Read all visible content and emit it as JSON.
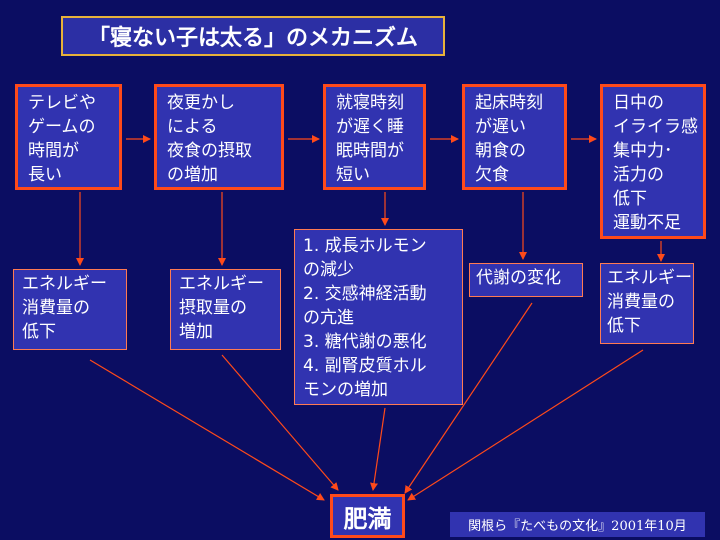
{
  "title": "「寝ない子は太る」のメカニズム",
  "causes": [
    "テレビや\nゲームの\n時間が\n長い",
    "夜更かし\nによる\n夜食の摂取\nの増加",
    "就寝時刻\nが遅く睡\n眠時間が\n短い",
    "起床時刻\nが遅い\n朝食の\n欠食",
    "日中の\nイライラ感\n集中力･\n活力の\n低下\n運動不足"
  ],
  "effects": [
    "エネルギー\n消費量の\n低下",
    "エネルギー\n摂取量の\n増加",
    "1. 成長ホルモン\nの減少\n2. 交感神経活動\nの亢進\n3. 糖代謝の悪化\n4. 副腎皮質ホル\nモンの増加",
    "代謝の変化",
    "エネルギー\n消費量の\n低下"
  ],
  "outcome": "肥満",
  "citation": "関根ら『たべもの文化』2001年10月",
  "colors": {
    "background": "#0b0d62",
    "box_fill": "#3133b0",
    "arrow": "#ff4a1a",
    "title_border": "#e8b23a"
  }
}
